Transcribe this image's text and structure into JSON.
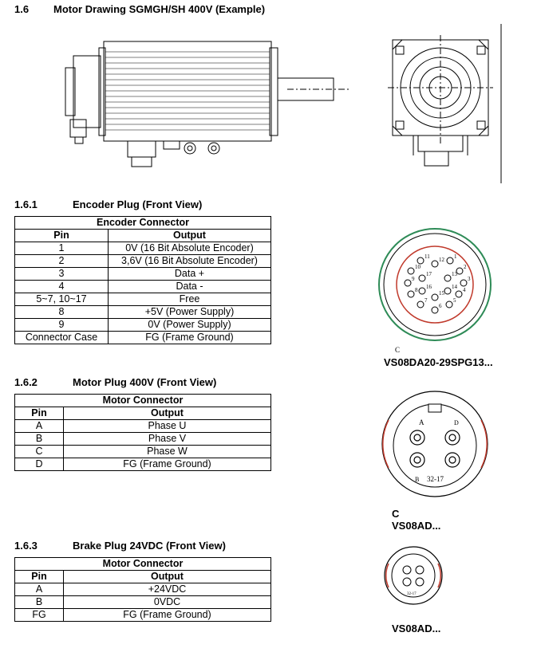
{
  "section": {
    "number": "1.6",
    "title": "Motor Drawing SGMGH/SH 400V (Example)"
  },
  "encoder": {
    "number": "1.6.1",
    "title": "Encoder Plug (Front View)",
    "table_title": "Encoder Connector",
    "headers": [
      "Pin",
      "Output"
    ],
    "rows": [
      [
        "1",
        "0V (16 Bit Absolute Encoder)"
      ],
      [
        "2",
        "3,6V (16 Bit Absolute Encoder)"
      ],
      [
        "3",
        "Data +"
      ],
      [
        "4",
        "Data -"
      ],
      [
        "5~7, 10~17",
        "Free"
      ],
      [
        "8",
        "+5V (Power Supply)"
      ],
      [
        "9",
        "0V (Power Supply)"
      ],
      [
        "Connector Case",
        "FG (Frame Ground)"
      ]
    ],
    "figure_label": "C",
    "caption": "VS08DA20-29SPG13...",
    "pin_numbers": [
      "1",
      "2",
      "3",
      "4",
      "5",
      "6",
      "7",
      "8",
      "9",
      "10",
      "11",
      "12",
      "13",
      "14",
      "15",
      "16",
      "17"
    ]
  },
  "motor": {
    "number": "1.6.2",
    "title": "Motor Plug 400V (Front View)",
    "table_title": "Motor Connector",
    "headers": [
      "Pin",
      "Output"
    ],
    "rows": [
      [
        "A",
        "Phase U"
      ],
      [
        "B",
        "Phase V"
      ],
      [
        "C",
        "Phase W"
      ],
      [
        "D",
        "FG (Frame Ground)"
      ]
    ],
    "figure_pins": [
      "A",
      "D",
      "B"
    ],
    "figure_code": "32-17",
    "figure_label": "C",
    "caption": "VS08AD..."
  },
  "brake": {
    "number": "1.6.3",
    "title": "Brake Plug 24VDC (Front View)",
    "table_title": "Motor Connector",
    "headers": [
      "Pin",
      "Output"
    ],
    "rows": [
      [
        "A",
        "+24VDC"
      ],
      [
        "B",
        "0VDC"
      ],
      [
        "FG",
        "FG (Frame Ground)"
      ]
    ],
    "figure_code": "32-17",
    "caption": "VS08AD..."
  },
  "colors": {
    "red_ring": "#c0392b",
    "green_ring": "#2e8b57",
    "line": "#000000"
  }
}
